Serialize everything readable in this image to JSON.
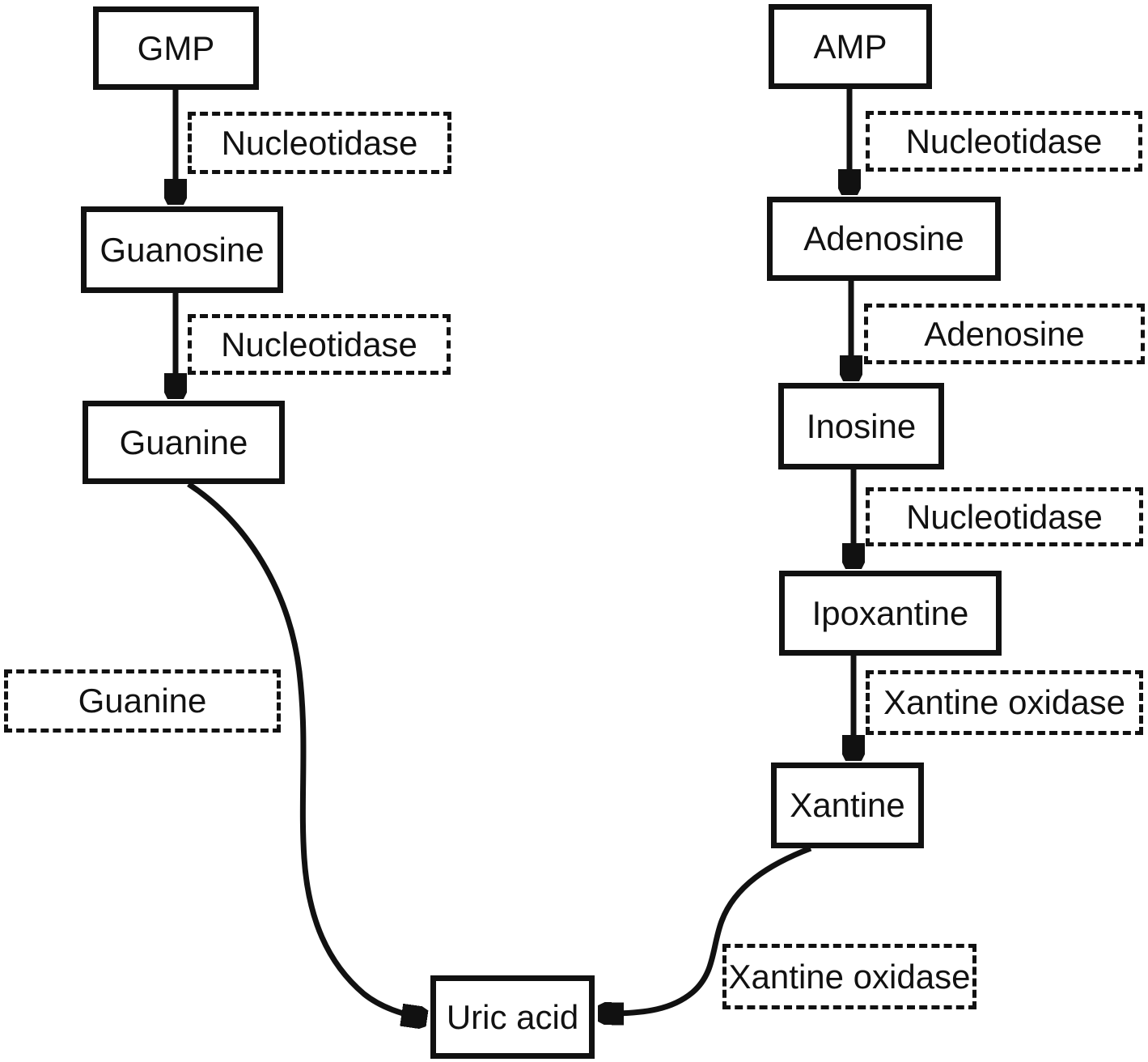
{
  "colors": {
    "ink": "#111111",
    "background": "#ffffff"
  },
  "nodes": {
    "gmp": "GMP",
    "guanosine": "Guanosine",
    "guanine": "Guanine",
    "amp": "AMP",
    "adenosine": "Adenosine",
    "inosine": "Inosine",
    "ipoxantine": "Ipoxantine",
    "xantine": "Xantine",
    "uric_acid": "Uric acid"
  },
  "enzyme_labels": {
    "gmp_to_guanosine": "Nucleotidase",
    "guanosine_to_guanine": "Nucleotidase",
    "guanine_to_uric_acid": "Guanine",
    "amp_to_adenosine": "Nucleotidase",
    "adenosine_to_inosine": "Adenosine",
    "inosine_to_ipoxantine": "Nucleotidase",
    "ipoxantine_to_xantine": "Xantine oxidase",
    "xantine_to_uric_acid": "Xantine oxidase"
  }
}
